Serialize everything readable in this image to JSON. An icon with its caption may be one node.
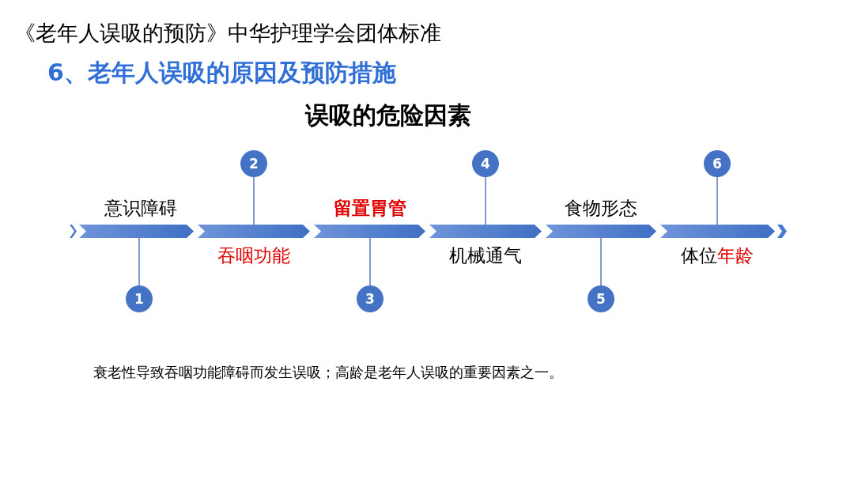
{
  "diagram": {
    "title": "《老年人误吸的预防》中华护理学会团体标准",
    "nodes": [
      {
        "text": [
          "1"
        ]
      },
      {
        "text": [
          "2"
        ]
      },
      {
        "text": [
          "3"
        ]
      },
      {
        "text": [
          "4"
        ]
      },
      {
        "text": [
          "5"
        ]
      },
      {
        "text": [
          "6"
        ]
      },
      {
        "text": [],
        "shape": "bar",
        "beside": [
          "意识障碍"
        ]
      },
      {
        "text": [],
        "shape": "bar",
        "beside": [
          "吞咽功能"
        ]
      },
      {
        "text": [],
        "shape": "bar",
        "beside": [
          "留置胃管"
        ]
      },
      {
        "text": [],
        "shape": "bar",
        "beside": [
          "机械通气"
        ]
      },
      {
        "text": [],
        "shape": "bar",
        "beside": [
          "食物形态"
        ]
      },
      {
        "text": [],
        "shape": "bar",
        "beside": [
          "体位",
          "年龄"
        ]
      }
    ],
    "edges": [
      {
        "from": 0,
        "to": 6,
        "arrow": "none"
      },
      {
        "from": 1,
        "to": 7,
        "arrow": "none"
      },
      {
        "from": 2,
        "to": 8,
        "arrow": "none"
      },
      {
        "from": 3,
        "to": 9,
        "arrow": "none"
      },
      {
        "from": 4,
        "to": 10,
        "arrow": "none"
      },
      {
        "from": 5,
        "to": 11,
        "arrow": "none"
      }
    ],
    "labels": [
      "6、老年人误吸的原因及预防措施",
      "误吸的危险因素",
      "衰老性导致吞咽功能障碍而发生误吸；高龄是老年人误吸的重要因素之一。"
    ]
  }
}
